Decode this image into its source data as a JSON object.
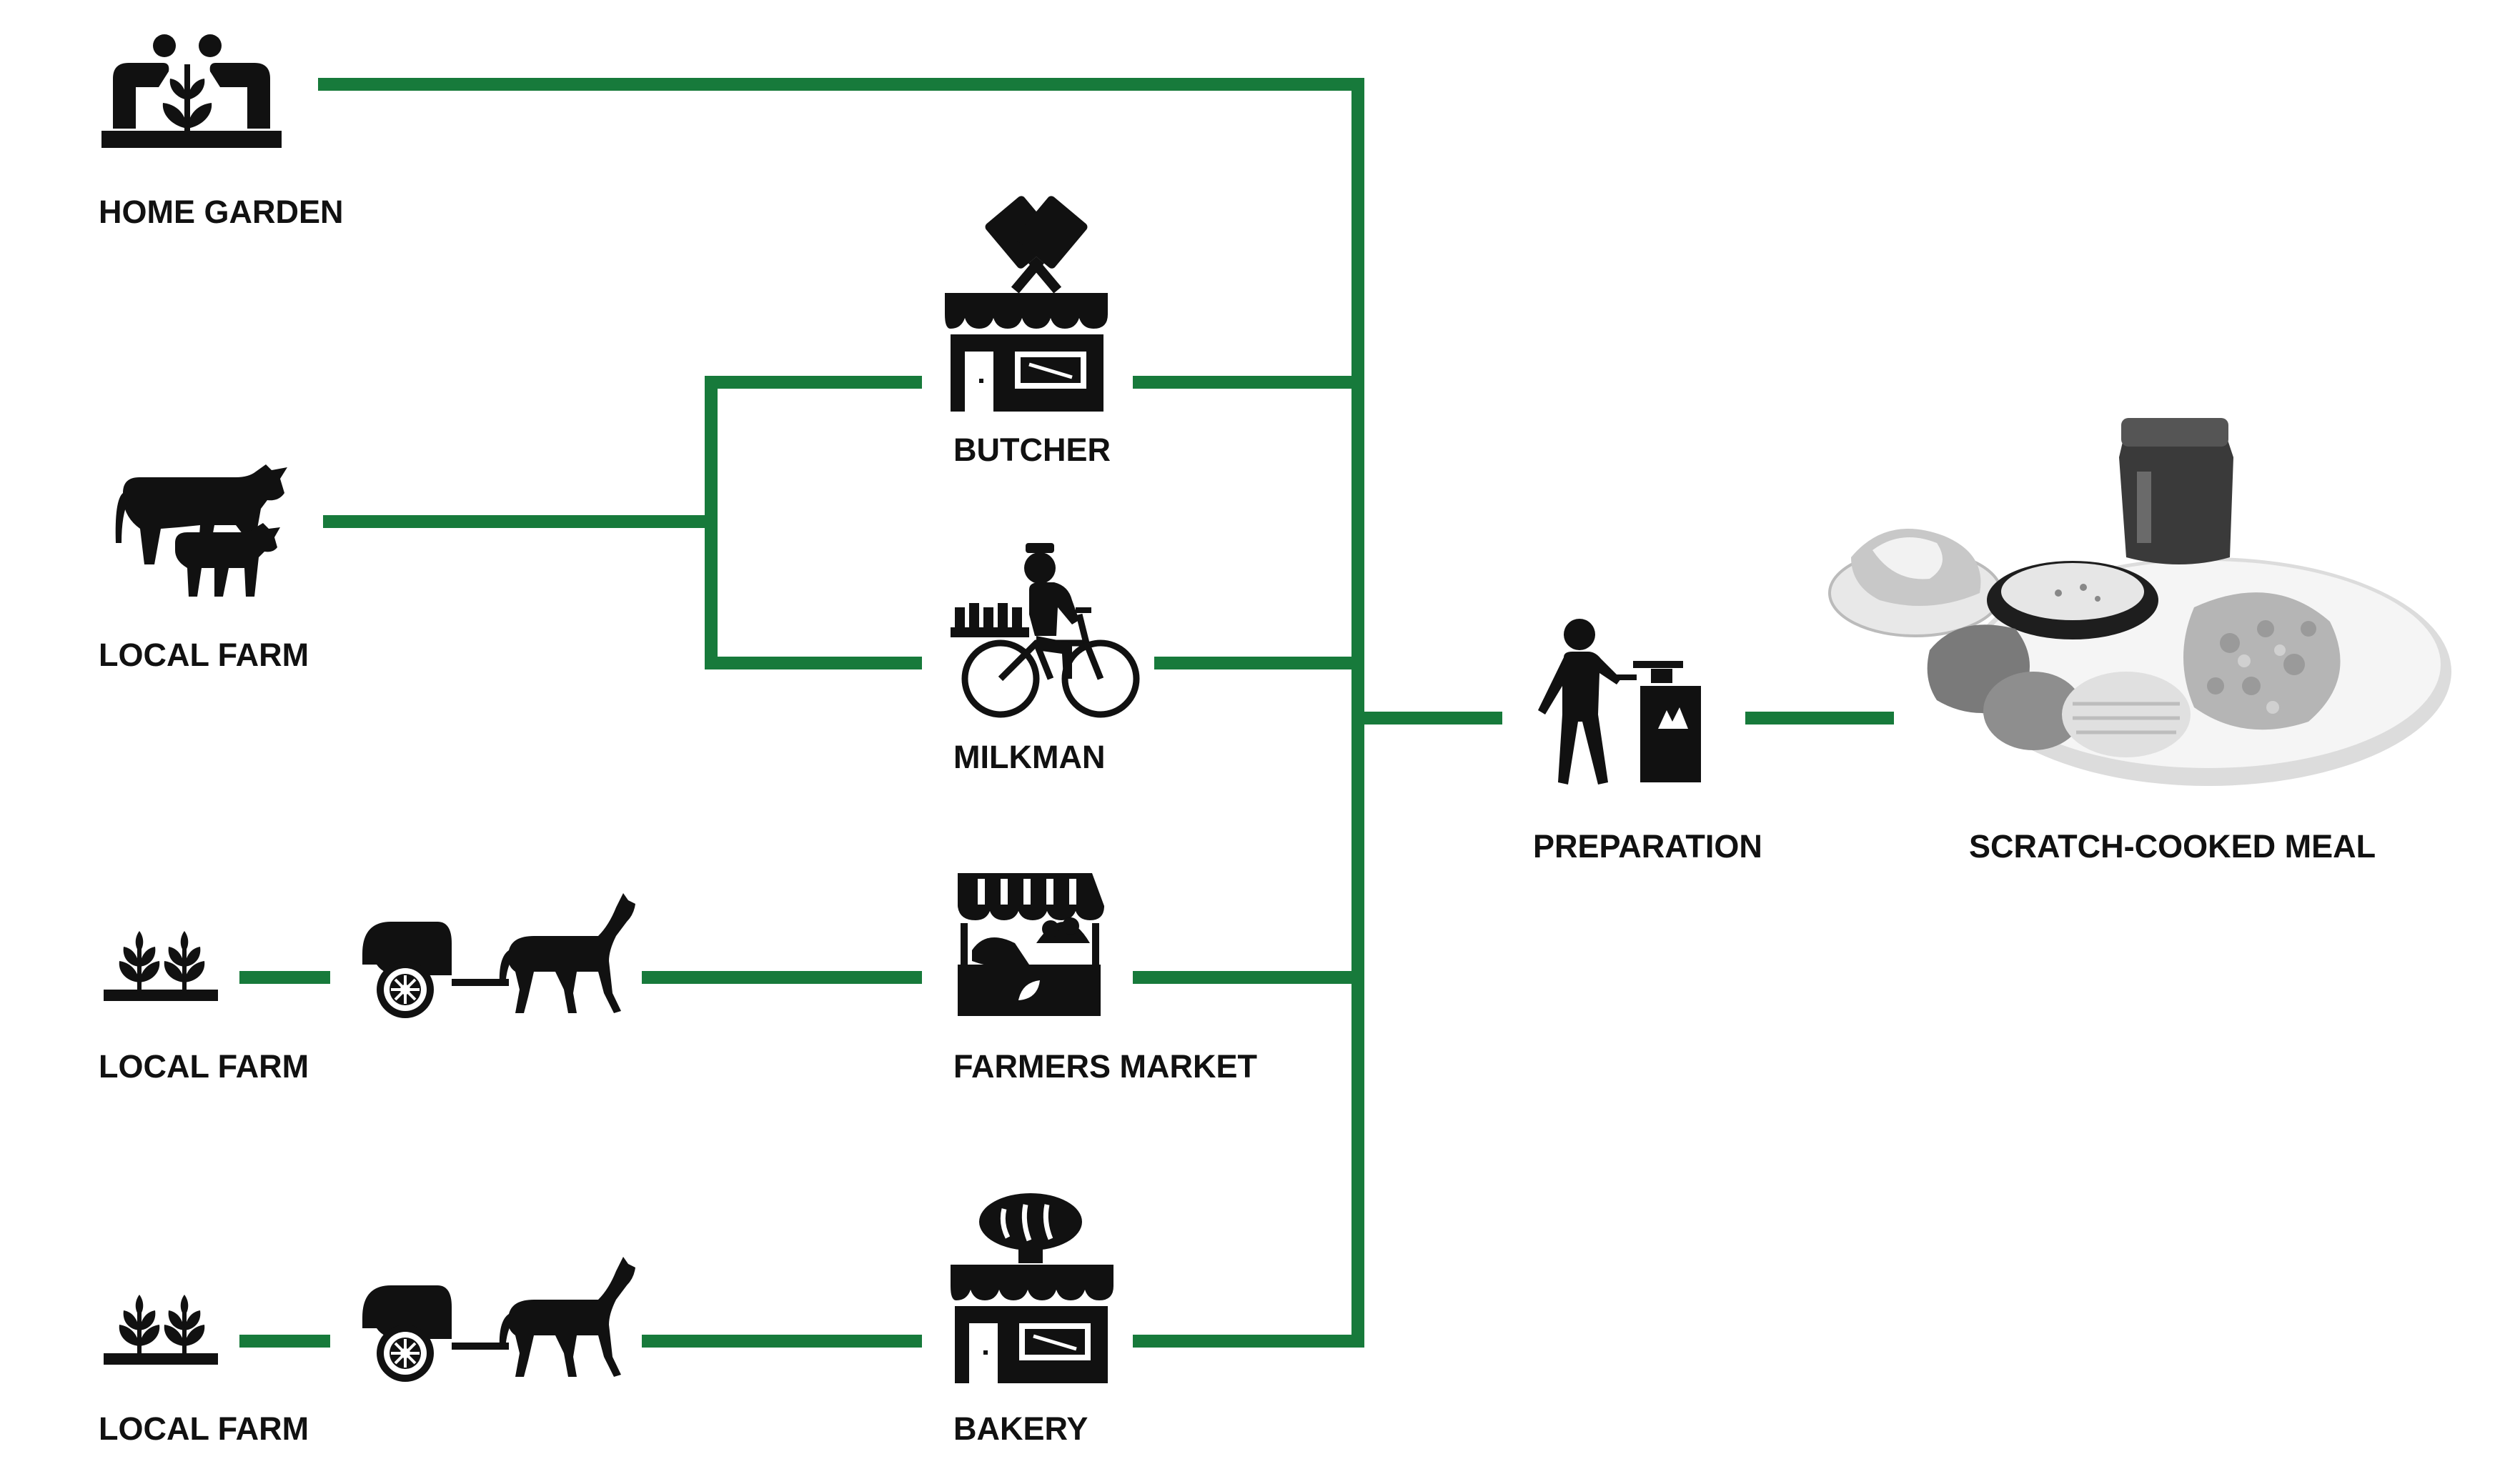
{
  "colors": {
    "connector": "#177a3b",
    "icon": "#111111",
    "background": "#ffffff"
  },
  "nodes": {
    "home_garden": {
      "label": "HOME GARDEN",
      "icon": "gardeners-icon"
    },
    "local_farm_livestock": {
      "label": "LOCAL FARM",
      "icon": "cattle-icon"
    },
    "butcher": {
      "label": "BUTCHER",
      "icon": "butcher-shop-icon"
    },
    "milkman": {
      "label": "MILKMAN",
      "icon": "milkman-bicycle-icon"
    },
    "local_farm_crops_1": {
      "label": "LOCAL FARM",
      "icon": "crops-icon"
    },
    "horse_cart_1": {
      "icon": "horse-cart-icon"
    },
    "farmers_market": {
      "label": "FARMERS MARKET",
      "icon": "market-stall-icon"
    },
    "local_farm_crops_2": {
      "label": "LOCAL FARM",
      "icon": "crops-icon"
    },
    "horse_cart_2": {
      "icon": "horse-cart-icon"
    },
    "bakery": {
      "label": "BAKERY",
      "icon": "bakery-shop-icon"
    },
    "preparation": {
      "label": "PREPARATION",
      "icon": "cook-at-stove-icon"
    },
    "meal": {
      "label": "SCRATCH-COOKED MEAL",
      "icon": "meal-plate-photo"
    }
  },
  "edges": [
    {
      "from": "home_garden",
      "to": "preparation"
    },
    {
      "from": "local_farm_livestock",
      "to": "butcher"
    },
    {
      "from": "local_farm_livestock",
      "to": "milkman"
    },
    {
      "from": "butcher",
      "to": "preparation"
    },
    {
      "from": "milkman",
      "to": "preparation"
    },
    {
      "from": "local_farm_crops_1",
      "to": "horse_cart_1"
    },
    {
      "from": "horse_cart_1",
      "to": "farmers_market"
    },
    {
      "from": "farmers_market",
      "to": "preparation"
    },
    {
      "from": "local_farm_crops_2",
      "to": "horse_cart_2"
    },
    {
      "from": "horse_cart_2",
      "to": "bakery"
    },
    {
      "from": "bakery",
      "to": "preparation"
    },
    {
      "from": "preparation",
      "to": "meal"
    }
  ]
}
